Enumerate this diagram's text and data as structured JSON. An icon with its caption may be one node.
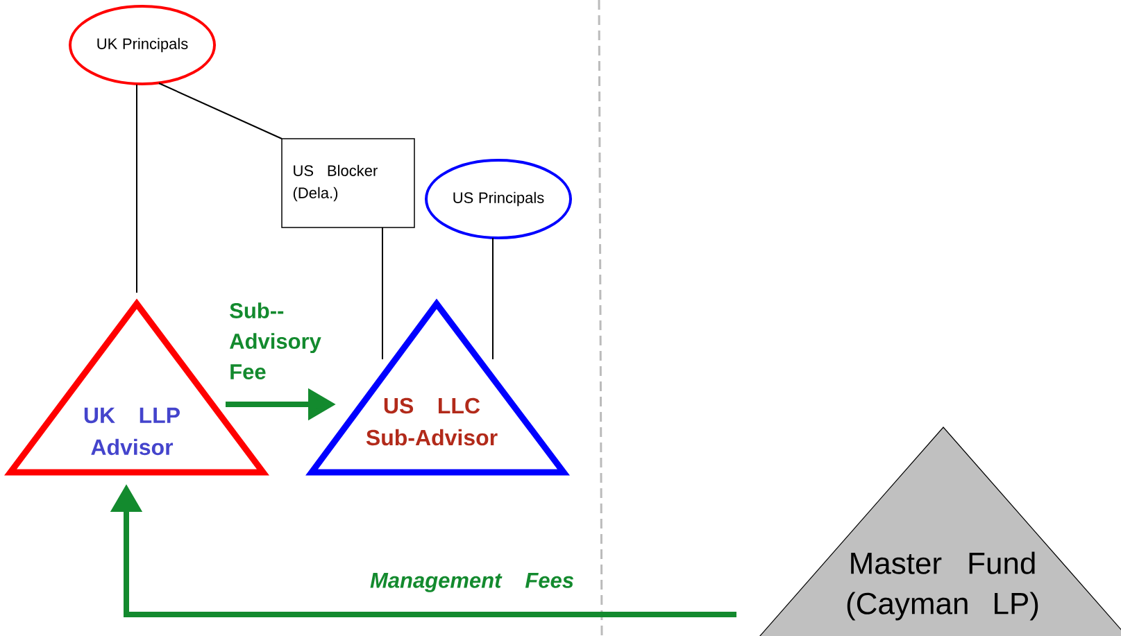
{
  "diagram": {
    "nodes": [
      {
        "text": [
          "UK Principals"
        ]
      },
      {
        "text": [
          "US Blocker (Dela.)"
        ]
      },
      {
        "text": [
          "US Principals"
        ]
      },
      {
        "text": [
          "UK LLP Advisor"
        ]
      },
      {
        "text": [
          "US LLC Sub-Advisor"
        ]
      },
      {
        "text": [
          "Master Fund (Cayman LP)"
        ]
      }
    ],
    "edges": [
      {
        "from": 0,
        "to": 3,
        "arrow": "none"
      },
      {
        "from": 0,
        "to": 1,
        "arrow": "none"
      },
      {
        "from": 1,
        "to": 4,
        "arrow": "none"
      },
      {
        "from": 2,
        "to": 4,
        "arrow": "none"
      },
      {
        "from": 3,
        "to": 4,
        "arrow": "to",
        "label": "Sub-- Advisory Fee",
        "style": "thick",
        "color": "#138a2e"
      },
      {
        "from": 5,
        "to": 3,
        "arrow": "to",
        "label": "Management Fees",
        "style": "thick",
        "color": "#138a2e"
      }
    ]
  }
}
